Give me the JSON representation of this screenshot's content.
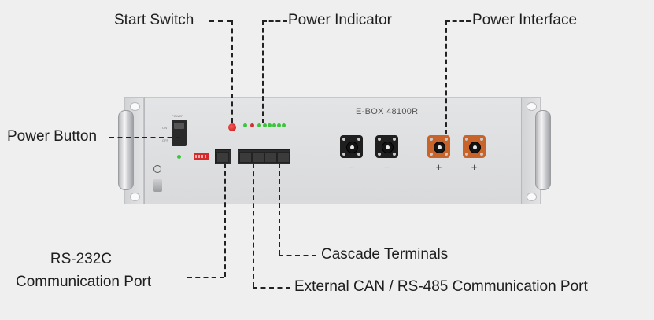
{
  "title": "E-BOX 48100R Front Panel Diagram",
  "device": {
    "model": "E-BOX 48100R",
    "switch_label": "POWER",
    "switch_on": "ON",
    "switch_off": "OFF",
    "polarity": [
      "−",
      "−",
      "+",
      "+"
    ],
    "colors": {
      "negative_terminal": "#1f1f1f",
      "positive_terminal": "#c8642a",
      "led_green": "#3dc43d",
      "led_red": "#d43030",
      "start_switch": "#d41a1a",
      "dip_switch": "#d9282a"
    },
    "led_states": [
      "green",
      "red",
      "green",
      "green",
      "green",
      "green",
      "green",
      "green"
    ]
  },
  "callouts": {
    "start_switch": "Start Switch",
    "power_indicator": "Power Indicator",
    "power_interface": "Power Interface",
    "power_button": "Power Button",
    "rs232_line1": "RS-232C",
    "rs232_line2": "Communication Port",
    "cascade_terminals": "Cascade Terminals",
    "external_can": "External CAN / RS-485 Communication Port"
  }
}
